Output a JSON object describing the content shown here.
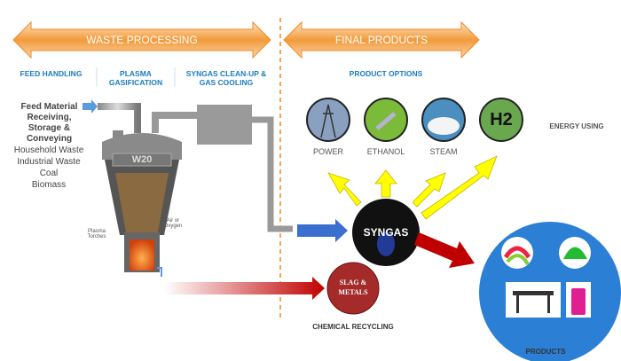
{
  "banners": {
    "left": "WASTE PROCESSING",
    "right": "FINAL PRODUCTS"
  },
  "headers": {
    "feed_handling": "FEED HANDLING",
    "plasma": "PLASMA GASIFICATION",
    "syngas_cleanup": "SYNGAS CLEAN-UP & GAS COOLING",
    "product_options": "PRODUCT OPTIONS"
  },
  "feed": {
    "title": "Feed Material Receiving, Storage & Conveying",
    "items": [
      "Household Waste",
      "Industrial Waste",
      "Coal",
      "Biomass"
    ]
  },
  "gasifier": {
    "label": "W20",
    "plasma_torches": "Plasma Torches",
    "air_oxygen": "Air or Oxygen"
  },
  "products": {
    "power": "POWER",
    "ethanol": "ETHANOL",
    "steam": "STEAM",
    "h2": "H2",
    "energy_using": "ENERGY USING",
    "syngas": "SYNGAS",
    "slag": "SLAG & METALS",
    "chemical_recycling": "CHEMICAL RECYCLING",
    "products": "PRODUCTS"
  },
  "colors": {
    "orange": "#f08a24",
    "blue_header": "#1a7dc0",
    "yellow": "#ffff00",
    "red": "#c00000",
    "products_blue": "#2b7fd4",
    "h2_green": "#6aa84f"
  }
}
